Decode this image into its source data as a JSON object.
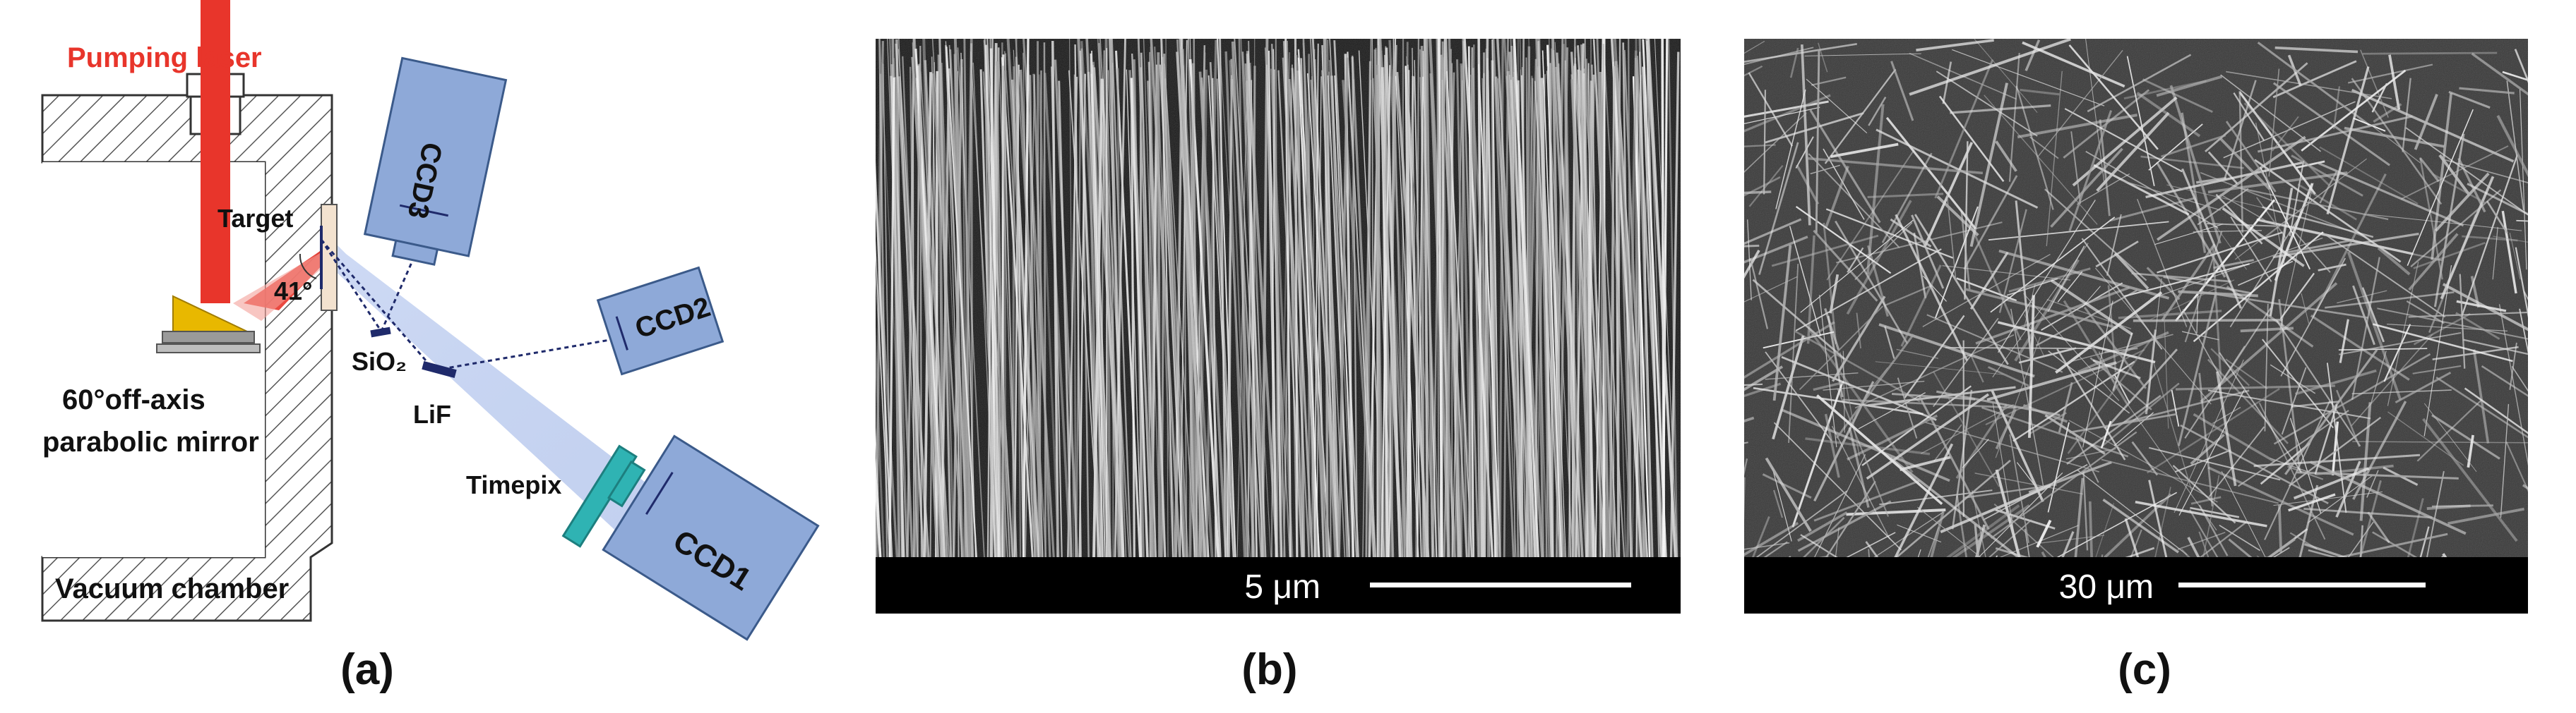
{
  "panel_a": {
    "caption": "(a)",
    "labels": {
      "pumping_laser": "Pumping laser",
      "ccd3": "CCD3",
      "ccd2": "CCD2",
      "ccd1": "CCD1",
      "target": "Target",
      "angle": "41°",
      "sio2": "SiO₂",
      "lif": "LiF",
      "timepix": "Timepix",
      "mirror_line1": "60°off-axis",
      "mirror_line2": "parabolic mirror",
      "chamber": "Vacuum chamber"
    },
    "colors": {
      "laser": "#e8352b",
      "ccd": "#8ea9d8",
      "ccd_border": "#3b5a8a",
      "timepix": "#2fb3b3",
      "mirror": "#e8b800",
      "xray_cone": "#b9c9ef",
      "dashed": "#1f2a6b"
    }
  },
  "panel_b": {
    "caption": "(b)",
    "scale_label": "5 μm"
  },
  "panel_c": {
    "caption": "(c)",
    "scale_label": "30 μm"
  }
}
